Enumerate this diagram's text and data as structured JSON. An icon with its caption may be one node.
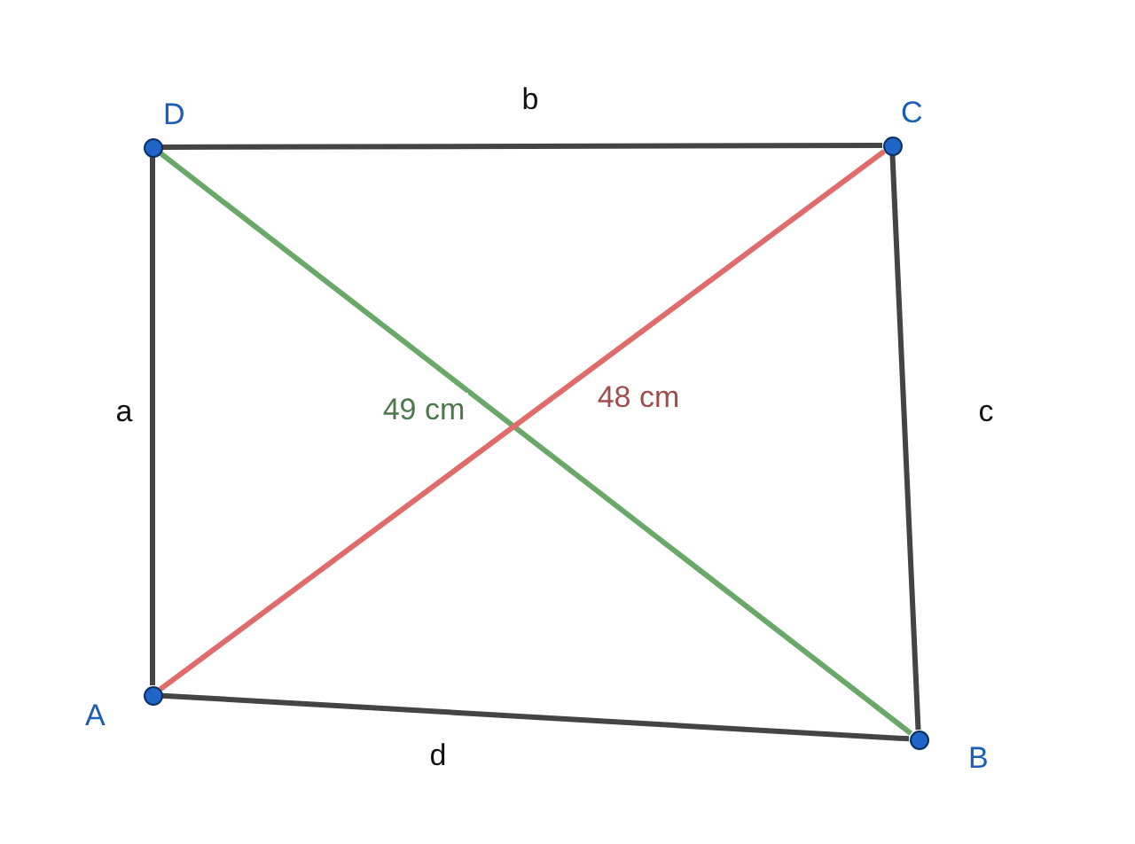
{
  "diagram": {
    "nodes": [
      {
        "text": [],
        "shape": "circle",
        "beside": [
          "D"
        ]
      },
      {
        "text": [],
        "shape": "circle",
        "beside": [
          "C"
        ]
      },
      {
        "text": [],
        "shape": "circle",
        "beside": [
          "A"
        ]
      },
      {
        "text": [],
        "shape": "circle",
        "beside": [
          "B"
        ]
      }
    ],
    "edges": [
      {
        "from": 0,
        "to": 1,
        "arrow": "none",
        "label": "b"
      },
      {
        "from": 1,
        "to": 3,
        "arrow": "none",
        "label": "c"
      },
      {
        "from": 2,
        "to": 3,
        "arrow": "none",
        "label": "d"
      },
      {
        "from": 2,
        "to": 0,
        "arrow": "none",
        "label": "a"
      },
      {
        "from": 0,
        "to": 3,
        "arrow": "none",
        "label": "49 cm",
        "color": "#6aa86a"
      },
      {
        "from": 2,
        "to": 1,
        "arrow": "none",
        "label": "48 cm",
        "color": "#e06b6b"
      }
    ]
  }
}
